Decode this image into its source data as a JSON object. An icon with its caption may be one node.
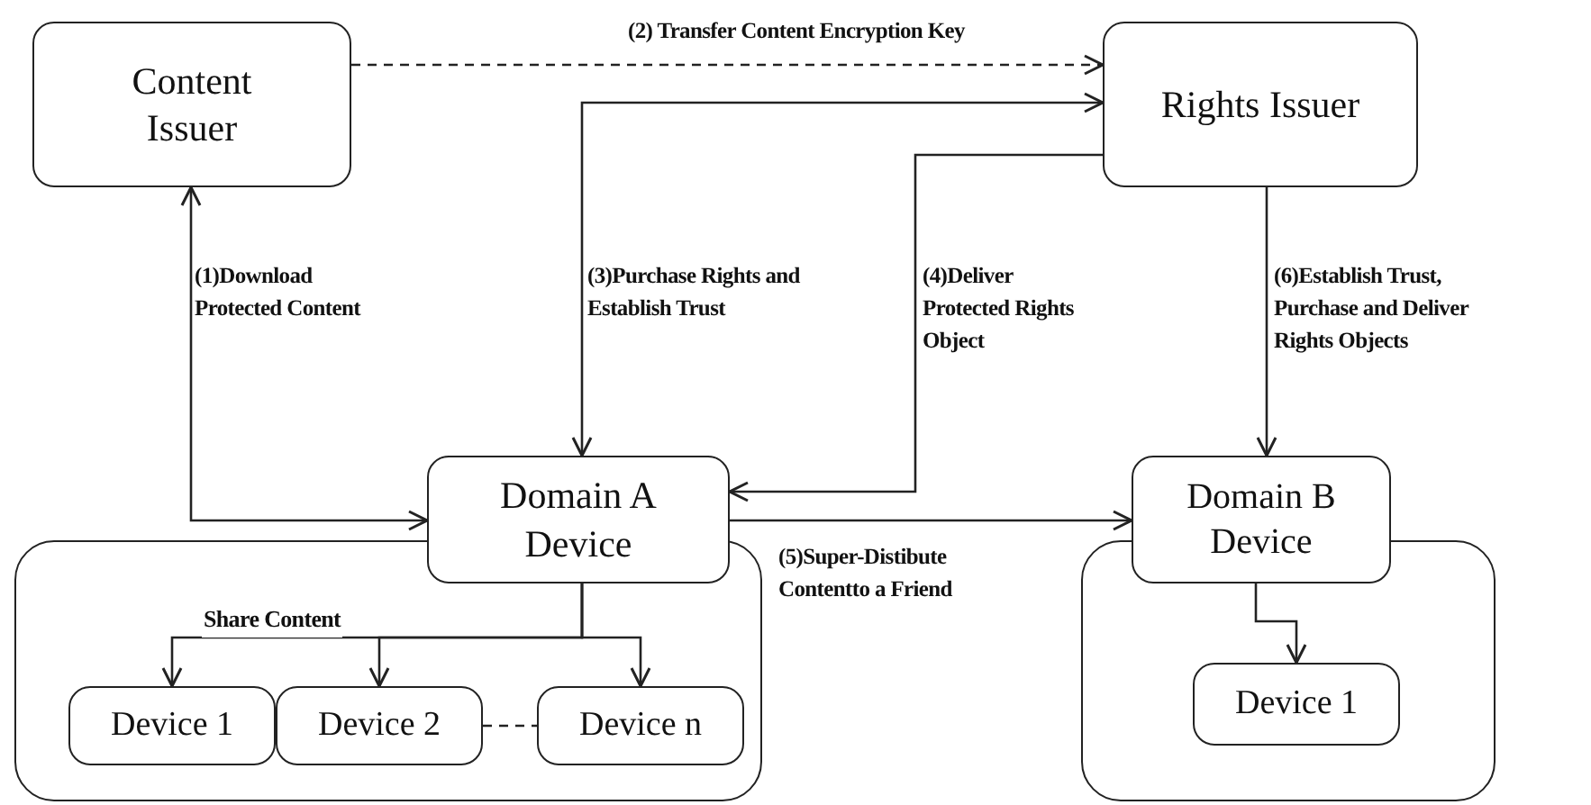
{
  "diagram": {
    "nodes": [
      {
        "text": [
          "Content Issuer"
        ]
      },
      {
        "text": [
          "Rights Issuer"
        ]
      },
      {
        "text": [
          "Domain A Device"
        ]
      },
      {
        "text": [
          "Domain B Device"
        ]
      },
      {
        "text": [],
        "shape": "box"
      },
      {
        "text": [
          "Device 1"
        ],
        "in": 4
      },
      {
        "text": [
          "Device 2"
        ],
        "in": 4
      },
      {
        "text": [
          "Device n"
        ],
        "in": 4
      },
      {
        "text": [],
        "shape": "box"
      },
      {
        "text": [
          "Device 1"
        ],
        "in": 8
      }
    ],
    "edges": [
      {
        "from": 0,
        "to": 1,
        "arrow": "to",
        "style": "dashed",
        "label": "(2) Transfer Content Encryption Key"
      },
      {
        "from": 2,
        "to": 0,
        "arrow": "both",
        "label": "(1)Download Protected Content"
      },
      {
        "from": 2,
        "to": 1,
        "arrow": "both",
        "label": "(3)Purchase Rights and Establish Trust"
      },
      {
        "from": 1,
        "to": 2,
        "arrow": "to",
        "label": "(4)Deliver Protected Rights Object"
      },
      {
        "from": 1,
        "to": 3,
        "arrow": "to",
        "label": "(6)Establish Trust, Purchase and Deliver Rights Objects"
      },
      {
        "from": 2,
        "to": 3,
        "arrow": "to",
        "label": "(5)Super-Distibute Contentto a Friend"
      },
      {
        "from": 2,
        "to": 5,
        "arrow": "to"
      },
      {
        "from": 2,
        "to": 6,
        "arrow": "to"
      },
      {
        "from": 2,
        "to": 7,
        "arrow": "to"
      },
      {
        "from": 6,
        "to": 7,
        "arrow": "none",
        "style": "dashed"
      },
      {
        "from": 3,
        "to": 9,
        "arrow": "to"
      }
    ],
    "labels": [
      "Share Content"
    ]
  }
}
